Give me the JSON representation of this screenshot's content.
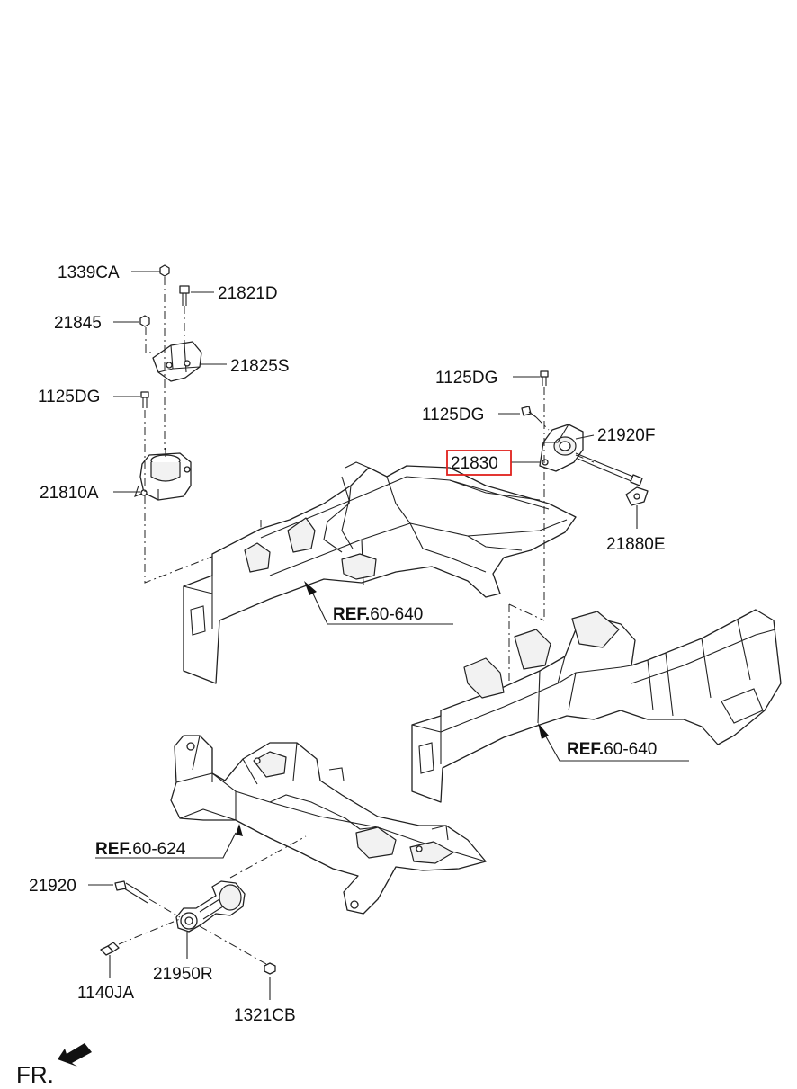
{
  "diagram": {
    "labels": {
      "p1339CA": "1339CA",
      "p21821D": "21821D",
      "p21845": "21845",
      "p21825S": "21825S",
      "p1125DG_a": "1125DG",
      "p21810A": "21810A",
      "p1125DG_b": "1125DG",
      "p1125DG_c": "1125DG",
      "p21920F": "21920F",
      "p21830": "21830",
      "p21880E": "21880E",
      "p21920": "21920",
      "p21950R": "21950R",
      "p1140JA": "1140JA",
      "p1321CB": "1321CB"
    },
    "refs": [
      {
        "bold": "REF.",
        "num": "60-640"
      },
      {
        "bold": "REF.",
        "num": "60-640"
      },
      {
        "bold": "REF.",
        "num": "60-624"
      }
    ],
    "direction": "FR.",
    "highlight_color": "#e0201c"
  }
}
